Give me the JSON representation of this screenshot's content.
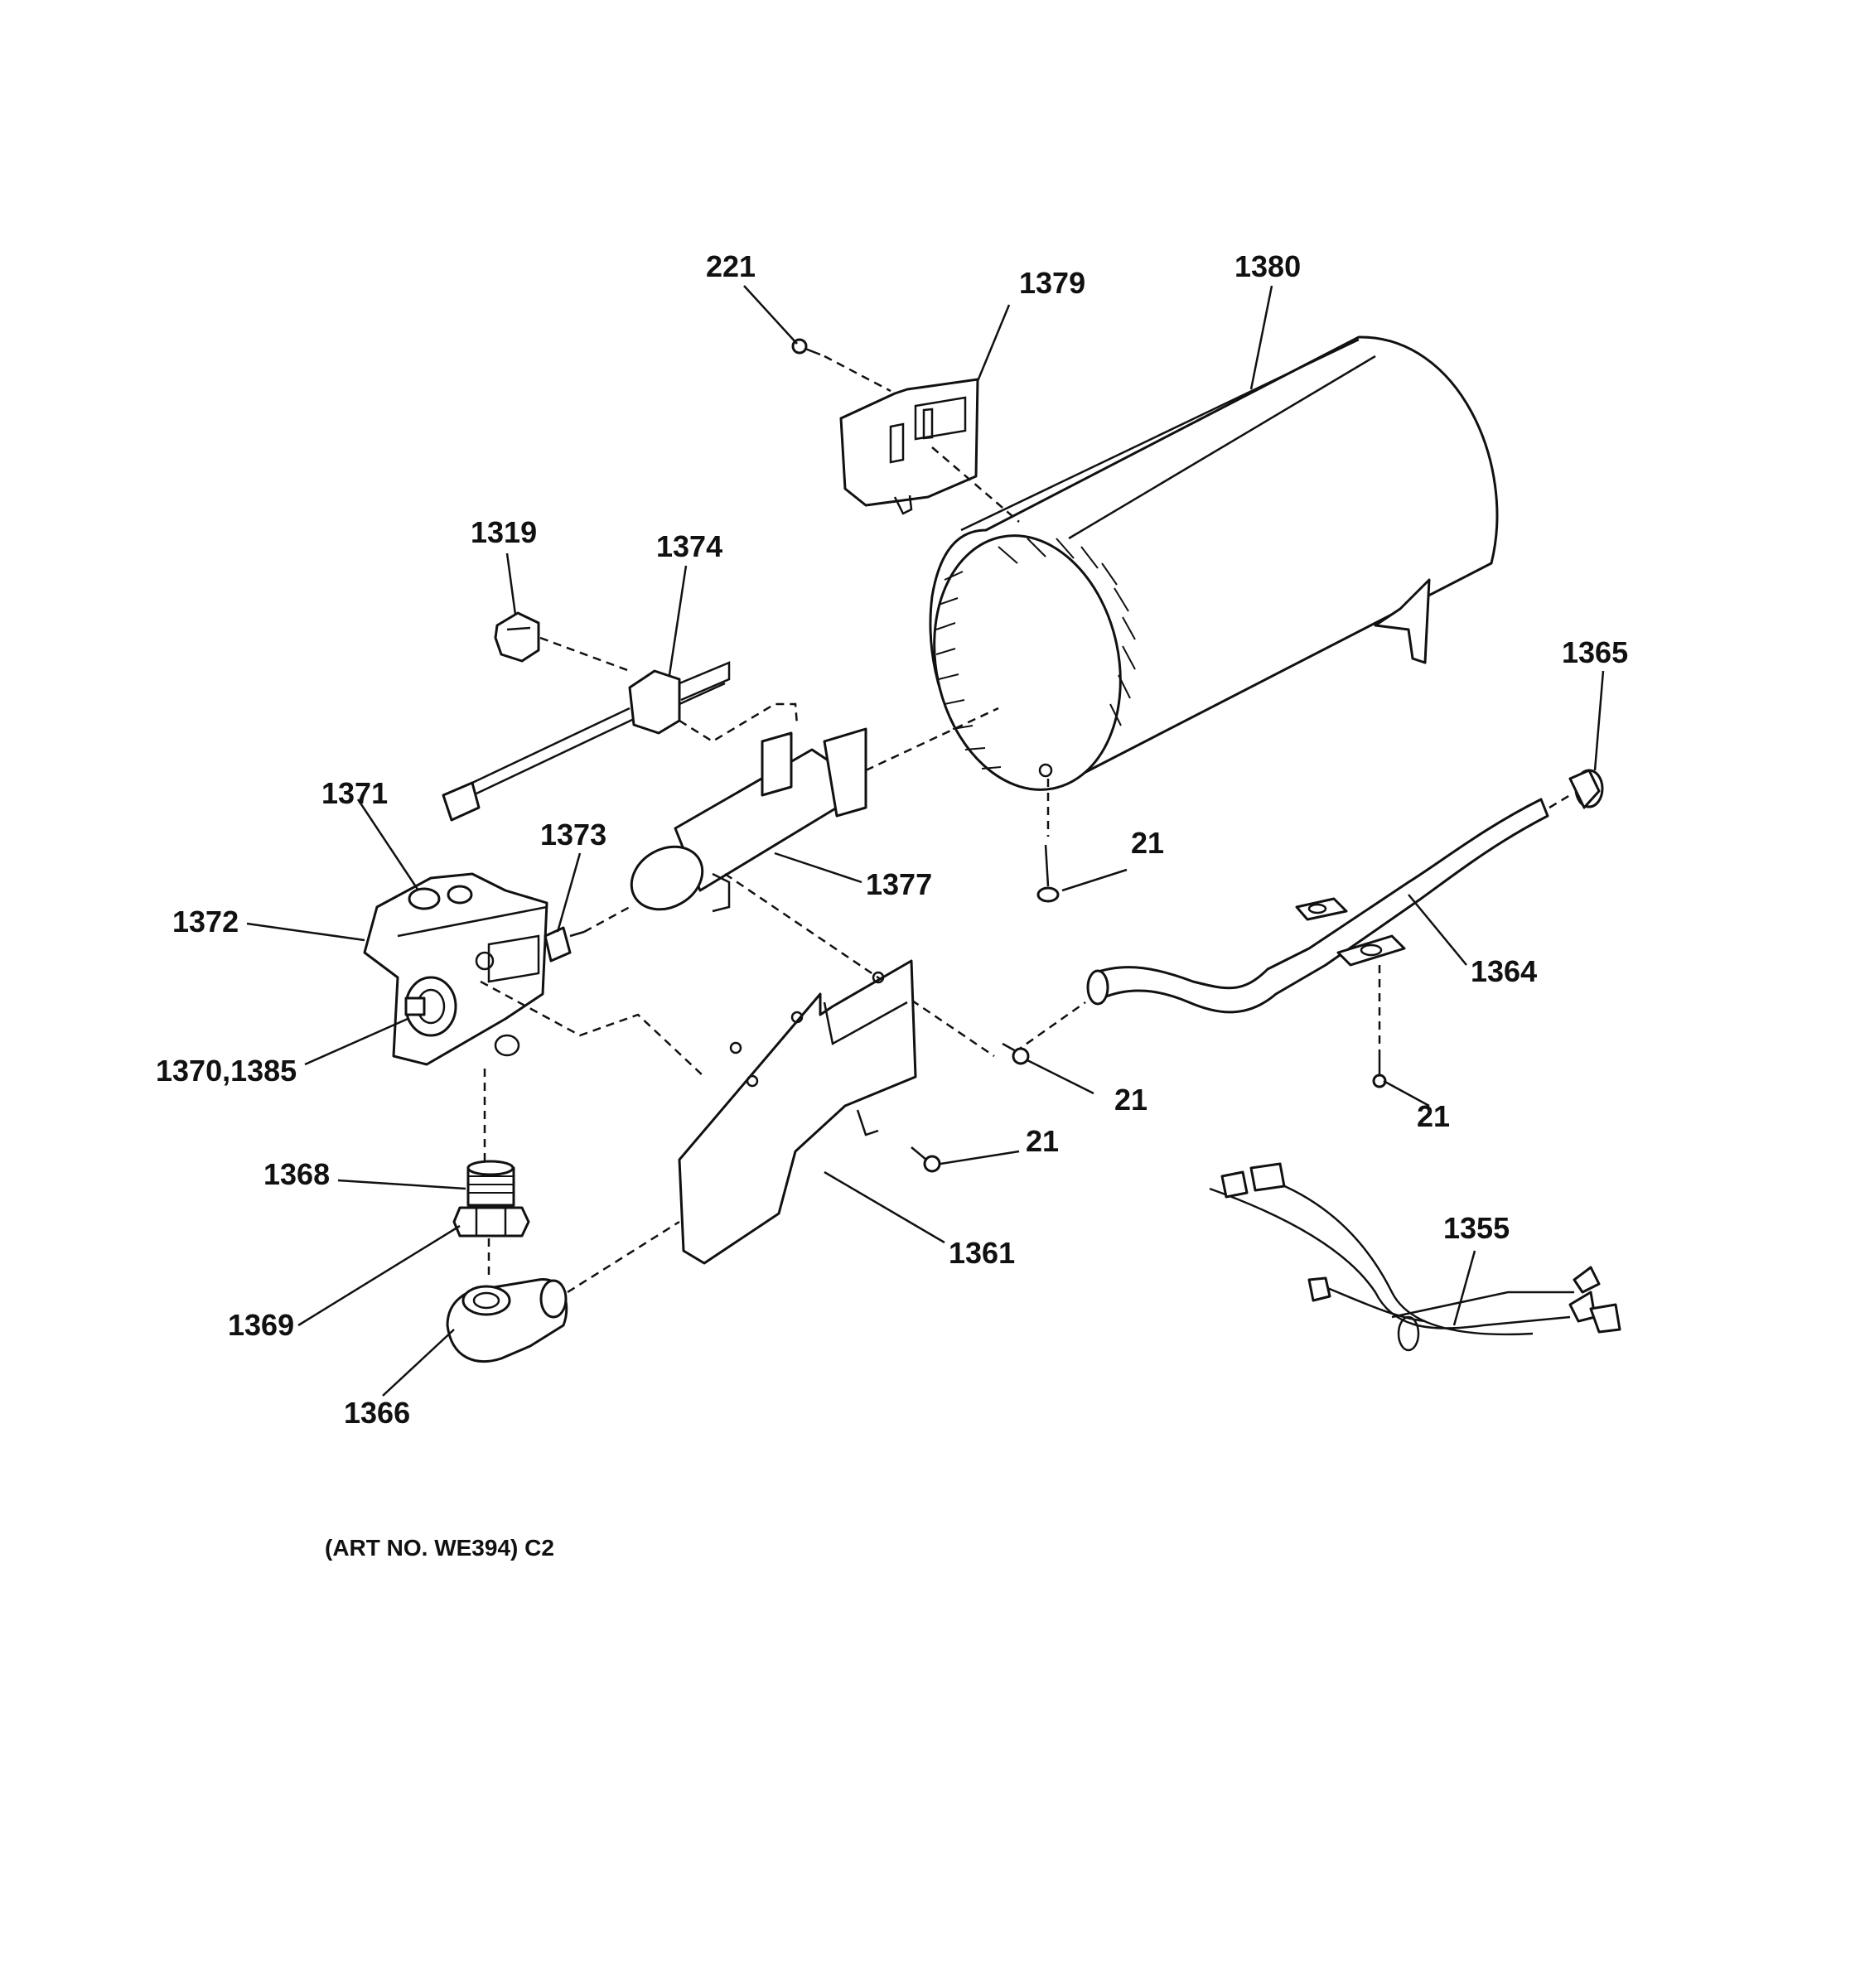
{
  "labels": {
    "p221": "221",
    "p1379": "1379",
    "p1380": "1380",
    "p1319": "1319",
    "p1374": "1374",
    "p1365": "1365",
    "p1371": "1371",
    "p1373": "1373",
    "p1377": "1377",
    "p21_a": "21",
    "p1372": "1372",
    "p1364": "1364",
    "p1370_1385": "1370,1385",
    "p21_b": "21",
    "p21_c": "21",
    "p21_d": "21",
    "p1368": "1368",
    "p1355": "1355",
    "p1361": "1361",
    "p1369": "1369",
    "p1366": "1366"
  },
  "caption": "(ART NO. WE394) C2"
}
